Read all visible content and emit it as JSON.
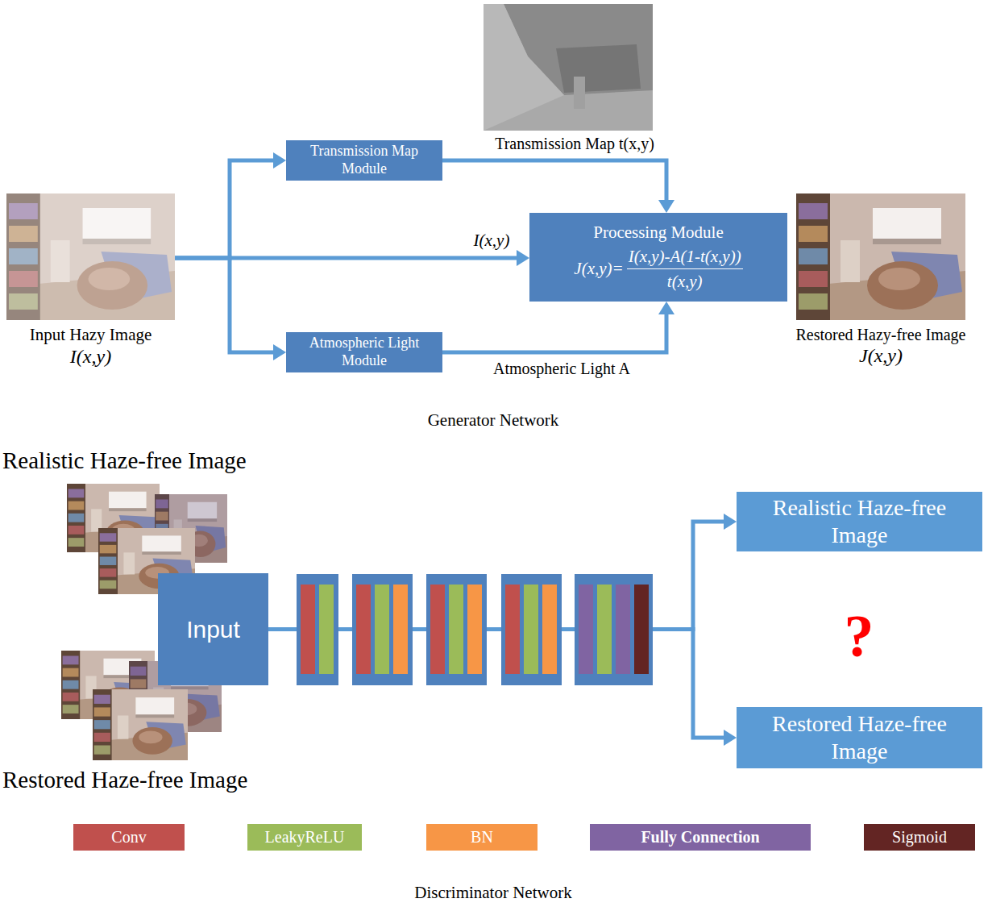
{
  "diagram": {
    "nodes": [
      {
        "text": [
          "Input Hazy Image",
          "I(x,y)"
        ]
      },
      {
        "text": [
          "Transmission Map Module"
        ]
      },
      {
        "text": [
          "Atmospheric Light Module"
        ]
      },
      {
        "text": [
          "Processing Module",
          "J(x,y)=",
          "I(x,y)-A(1-t(x,y))",
          "t(x,y)"
        ]
      },
      {
        "text": [
          "Restored Hazy-free Image",
          "J(x,y)"
        ]
      },
      {
        "text": [
          "Input"
        ]
      },
      {
        "text": [
          "Realistic Haze-free Image"
        ]
      },
      {
        "text": [
          "Restored Haze-free Image"
        ]
      }
    ],
    "edges": [
      {
        "from": 0,
        "to": 1,
        "arrow": "to"
      },
      {
        "from": 0,
        "to": 3,
        "label": "I(x,y)",
        "arrow": "to"
      },
      {
        "from": 0,
        "to": 2,
        "arrow": "to"
      },
      {
        "from": 1,
        "to": 3,
        "label": "Transmission Map t(x,y)",
        "arrow": "to"
      },
      {
        "from": 2,
        "to": 3,
        "label": "Atmospheric Light A",
        "arrow": "to"
      },
      {
        "from": 5,
        "to": 6,
        "arrow": "to"
      },
      {
        "from": 5,
        "to": 7,
        "arrow": "to"
      }
    ],
    "labels": [
      "Generator Network",
      "Realistic Haze-free Image",
      "Restored Haze-free Image",
      "?",
      "Discriminator Network"
    ],
    "legend": [
      {
        "text": "Conv",
        "color": "#c0504d"
      },
      {
        "text": "LeakyReLU",
        "color": "#9bbb59"
      },
      {
        "text": "BN",
        "color": "#f79646"
      },
      {
        "text": "Fully Connection",
        "color": "#8064a2"
      },
      {
        "text": "Sigmoid",
        "color": "#632523"
      }
    ]
  }
}
